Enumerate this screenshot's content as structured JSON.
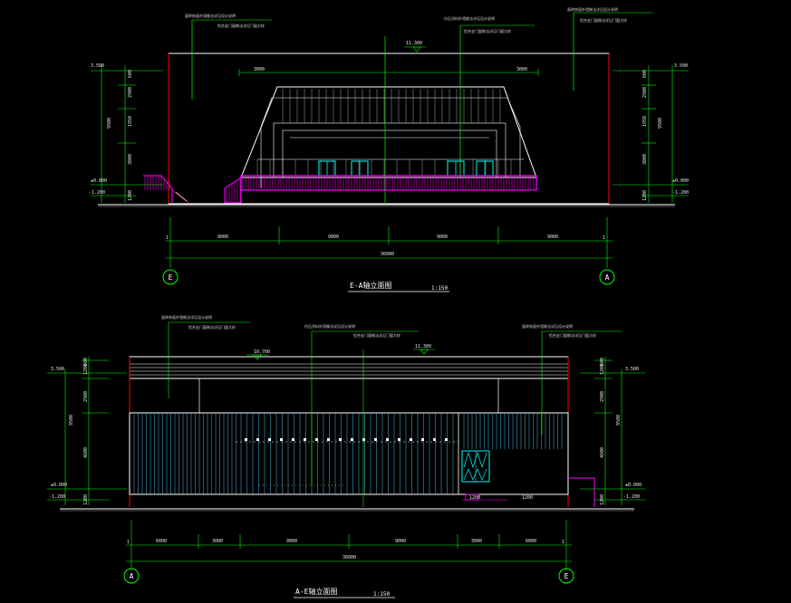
{
  "colors": {
    "background": "#000000",
    "outline": "#ffffff",
    "dimension": "#00ff00",
    "railing": "#ff00ff",
    "edge_red": "#ff0000",
    "door": "#00ffff",
    "curtain_wall": "#4fb6e6"
  },
  "drawing_1": {
    "title": "E-A轴立面图",
    "scale": "1:150",
    "axis_left": "E",
    "axis_right": "A",
    "levels_left": [
      "3.500",
      "±0.000",
      "-1.200"
    ],
    "levels_right": [
      "3.500",
      "±0.000",
      "-1.200"
    ],
    "ridge_level": "11.300",
    "vert_dims_left": [
      "600",
      "2900",
      "1950",
      "3000",
      "1200"
    ],
    "vert_dims_right": [
      "600",
      "2900",
      "1950",
      "3000",
      "1200"
    ],
    "total_height": "9500",
    "axis_dims": [
      "9000",
      "9000",
      "9000",
      "9000"
    ],
    "total_width": "36000",
    "top_span_dims": [
      "3000",
      "3000"
    ],
    "notes": [
      "面砖饰面外墙做法详见设计说明",
      "仿石涂料外墙做法详见设计说明",
      "铝合金门窗做法详见门窗大样"
    ]
  },
  "drawing_2": {
    "title": "A-E轴立面图",
    "scale": "1:150",
    "axis_left": "A",
    "axis_right": "E",
    "levels_left": [
      "3.500",
      "±0.000",
      "-1.200"
    ],
    "levels_right": [
      "3.500",
      "±0.000",
      "-1.200"
    ],
    "ridge_levels": [
      "10.700",
      "11.300"
    ],
    "vert_dims_left": [
      "600",
      "1200",
      "2900",
      "4600",
      "1200"
    ],
    "vert_dims_right": [
      "600",
      "1200",
      "2900",
      "4600",
      "1200"
    ],
    "total_height": "9500",
    "axis_dims": [
      "6000",
      "3000",
      "9000",
      "9000",
      "3000",
      "6000"
    ],
    "total_width": "36000",
    "door_dims": [
      "1200",
      "1200"
    ],
    "notes": [
      "面砖饰面外墙做法详见设计说明",
      "仿石涂料外墙做法详见设计说明",
      "铝合金门窗做法详见门窗大样"
    ]
  }
}
